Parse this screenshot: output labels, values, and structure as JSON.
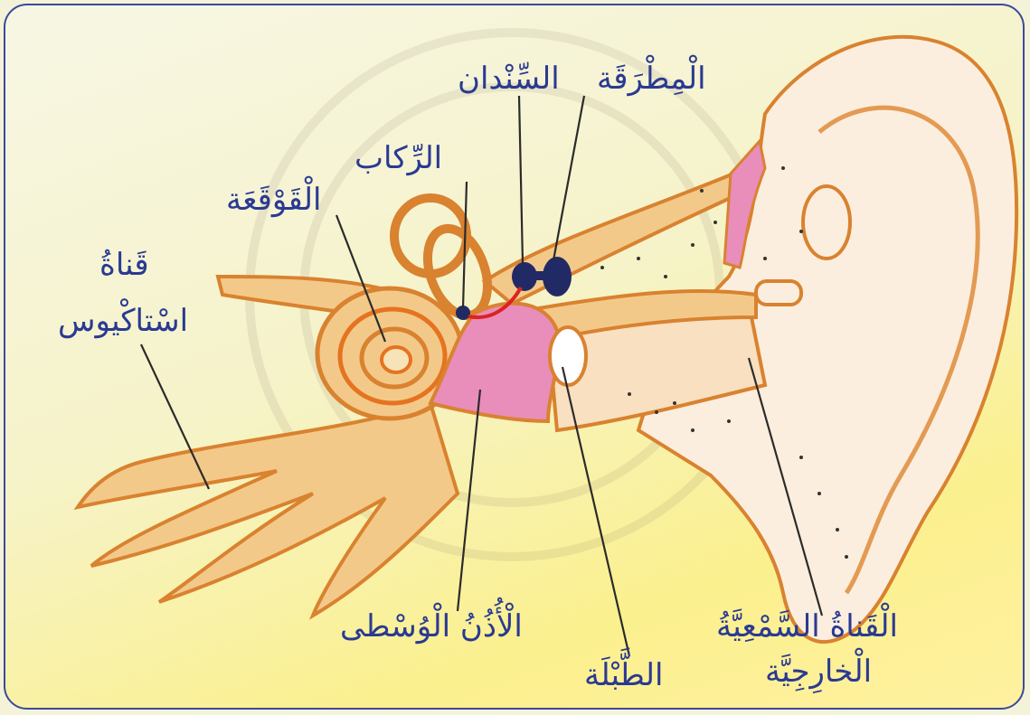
{
  "diagram": {
    "labels": {
      "malleus": "الْمِطْرَقَة",
      "incus": "السِّنْدان",
      "stapes": "الرِّكاب",
      "cochlea": "الْقَوْقَعَة",
      "eustachian_line1": "قَناةُ",
      "eustachian_line2": "اسْتاكْيوس",
      "middle_ear": "الْأُذُنُ الْوُسْطى",
      "eardrum": "الطَّبْلَة",
      "ear_canal_line1": "الْقَناةُ السَّمْعِيَّةُ",
      "ear_canal_line2": "الْخارِجِيَّة"
    },
    "colors": {
      "label_text": "#2a3a92",
      "frame": "#3b4a9c",
      "outline": "#d9822f",
      "fill": "#f3c98a",
      "middle_ear_fill": "#e98dbb",
      "ossicles": "#222a66"
    }
  }
}
